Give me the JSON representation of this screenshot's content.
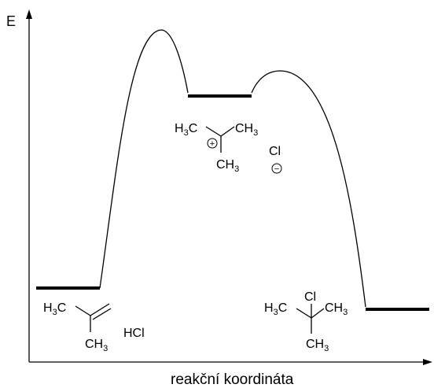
{
  "axes": {
    "y_label": "E",
    "x_label": "reakční koordináta"
  },
  "species": {
    "reactant_alkene": {
      "h3c": "H",
      "h3c_sub": "3",
      "h3c_c": "C",
      "ch3_c": "CH",
      "ch3_sub": "3"
    },
    "reactant_acid": {
      "formula": "HCl"
    },
    "intermediate_cation": {
      "h3c": "H",
      "h3c_sub": "3",
      "h3c_c": "C",
      "ch3_right": "CH",
      "ch3_right_sub": "3",
      "ch3_bottom": "CH",
      "ch3_bottom_sub": "3",
      "charge_symbol": "+"
    },
    "intermediate_anion": {
      "symbol": "Cl",
      "charge_symbol": "−"
    },
    "product": {
      "cl": "Cl",
      "h3c": "H",
      "h3c_sub": "3",
      "h3c_c": "C",
      "ch3_right": "CH",
      "ch3_right_sub": "3",
      "ch3_bottom": "CH",
      "ch3_bottom_sub": "3"
    }
  }
}
